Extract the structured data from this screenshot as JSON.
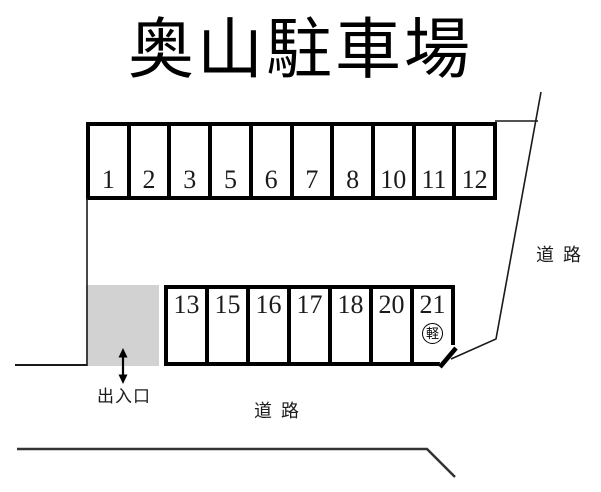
{
  "title": "奥山駐車場",
  "colors": {
    "line": "#000000",
    "thin_line": "#1a1a1a",
    "road_line": "#333333",
    "entrance_fill": "#d2d2d2"
  },
  "top_row": {
    "stalls": [
      {
        "number": "1"
      },
      {
        "number": "2"
      },
      {
        "number": "3"
      },
      {
        "number": "5"
      },
      {
        "number": "6"
      },
      {
        "number": "7"
      },
      {
        "number": "8"
      },
      {
        "number": "10"
      },
      {
        "number": "11"
      },
      {
        "number": "12"
      }
    ]
  },
  "bottom_row": {
    "stalls": [
      {
        "number": "13"
      },
      {
        "number": "15"
      },
      {
        "number": "16"
      },
      {
        "number": "17"
      },
      {
        "number": "18"
      },
      {
        "number": "20"
      },
      {
        "number": "21",
        "badge": "軽"
      }
    ]
  },
  "labels": {
    "entrance": "出入口",
    "road_bottom": "道 路",
    "road_right": "道 路"
  }
}
